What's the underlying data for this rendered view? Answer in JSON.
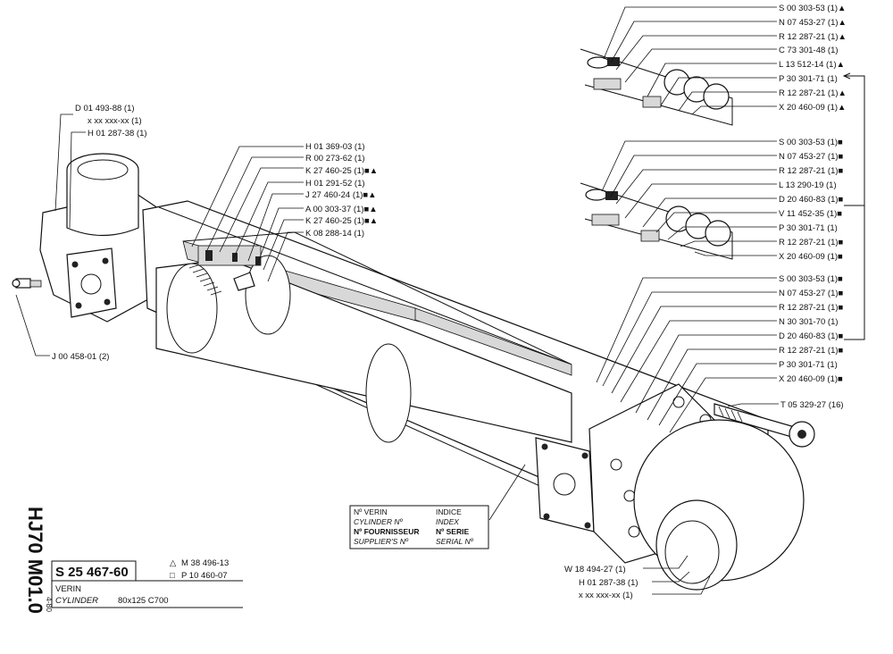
{
  "side_reference": "HJ70 M01.0",
  "side_date": "4-80",
  "title_block": {
    "reference": "S 25 467-60",
    "name_fr": "VERIN",
    "name_en": "CYLINDER",
    "spec": "80x125   C700",
    "variants": [
      "M 38 496-13",
      "P 10 460-07"
    ],
    "variant_symbols": [
      "△",
      "□"
    ]
  },
  "plate": {
    "line1_left": "Nº VERIN",
    "line1_right": "INDICE",
    "line2_left": "CYLINDER Nº",
    "line2_right": "INDEX",
    "line3_left": "Nº FOURNISSEUR",
    "line3_right": "Nº SERIE",
    "line4_left": "SUPPLIER'S Nº",
    "line4_right": "SERIAL Nº"
  },
  "left_labels": [
    "D 01 493-88 (1)",
    "x xx xxx-xx (1)",
    "H 01 287-38 (1)",
    "J 00 458-01 (2)"
  ],
  "center_labels": [
    "H 01 369-03 (1)",
    "R 00 273-62 (1)",
    "K 27 460-25 (1)■▲",
    "H 01 291-52 (1)",
    "J 27 460-24 (1)■▲",
    "A 00 303-37 (1)■▲",
    "K 27 460-25 (1)■▲",
    "K 08 288-14 (1)"
  ],
  "kit_a_labels": [
    "S 00 303-53 (1)▲",
    "N 07 453-27 (1)▲",
    "R 12 287-21 (1)▲",
    "C 73 301-48 (1)",
    "L 13 512-14 (1)▲",
    "P 30 301-71 (1)",
    "R 12 287-21 (1)▲",
    "X 20 460-09 (1)▲"
  ],
  "kit_b_labels": [
    "S 00 303-53 (1)■",
    "N 07 453-27 (1)■",
    "R 12 287-21 (1)■",
    "L 13 290-19 (1)",
    "D 20 460-83 (1)■",
    "V 11 452-35 (1)■",
    "P 30 301-71 (1)",
    "R 12 287-21 (1)■",
    "X 20 460-09 (1)■"
  ],
  "kit_c_labels": [
    "S 00 303-53 (1)■",
    "N 07 453-27 (1)■",
    "R 12 287-21 (1)■",
    "N 30 301-70 (1)",
    "D 20 460-83 (1)■",
    "R 12 287-21 (1)■",
    "P 30 301-71 (1)",
    "X 20 460-09 (1)■"
  ],
  "screw_label": "T 05 329-27 (16)",
  "bottom_right_labels": [
    "W 18 494-27 (1)",
    "H 01 287-38 (1)",
    "x xx xxx-xx (1)"
  ]
}
